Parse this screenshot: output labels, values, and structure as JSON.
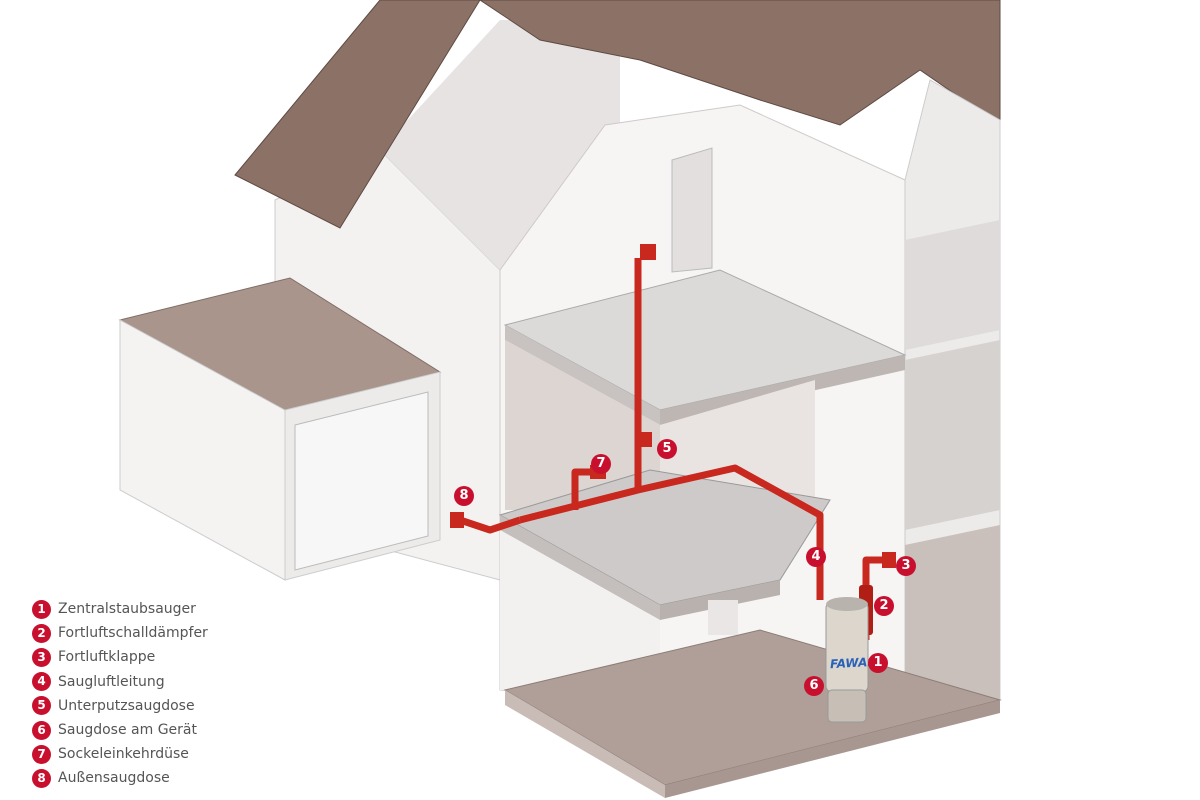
{
  "colors": {
    "pipe": "#c8281e",
    "badge": "#c8102e",
    "roof": "#8c7266",
    "wall": "#f2f0ef",
    "floor": "#b09f98"
  },
  "device_brand": "FAWAS",
  "legend": [
    {
      "num": "1",
      "label": "Zentralstaubsauger"
    },
    {
      "num": "2",
      "label": "Fortluftschalldämpfer"
    },
    {
      "num": "3",
      "label": "Fortluftklappe"
    },
    {
      "num": "4",
      "label": "Saugluftleitung"
    },
    {
      "num": "5",
      "label": "Unterputzsaugdose"
    },
    {
      "num": "6",
      "label": "Saugdose am Gerät"
    },
    {
      "num": "7",
      "label": "Sockeleinkehrdüse"
    },
    {
      "num": "8",
      "label": "Außensaugdose"
    }
  ]
}
